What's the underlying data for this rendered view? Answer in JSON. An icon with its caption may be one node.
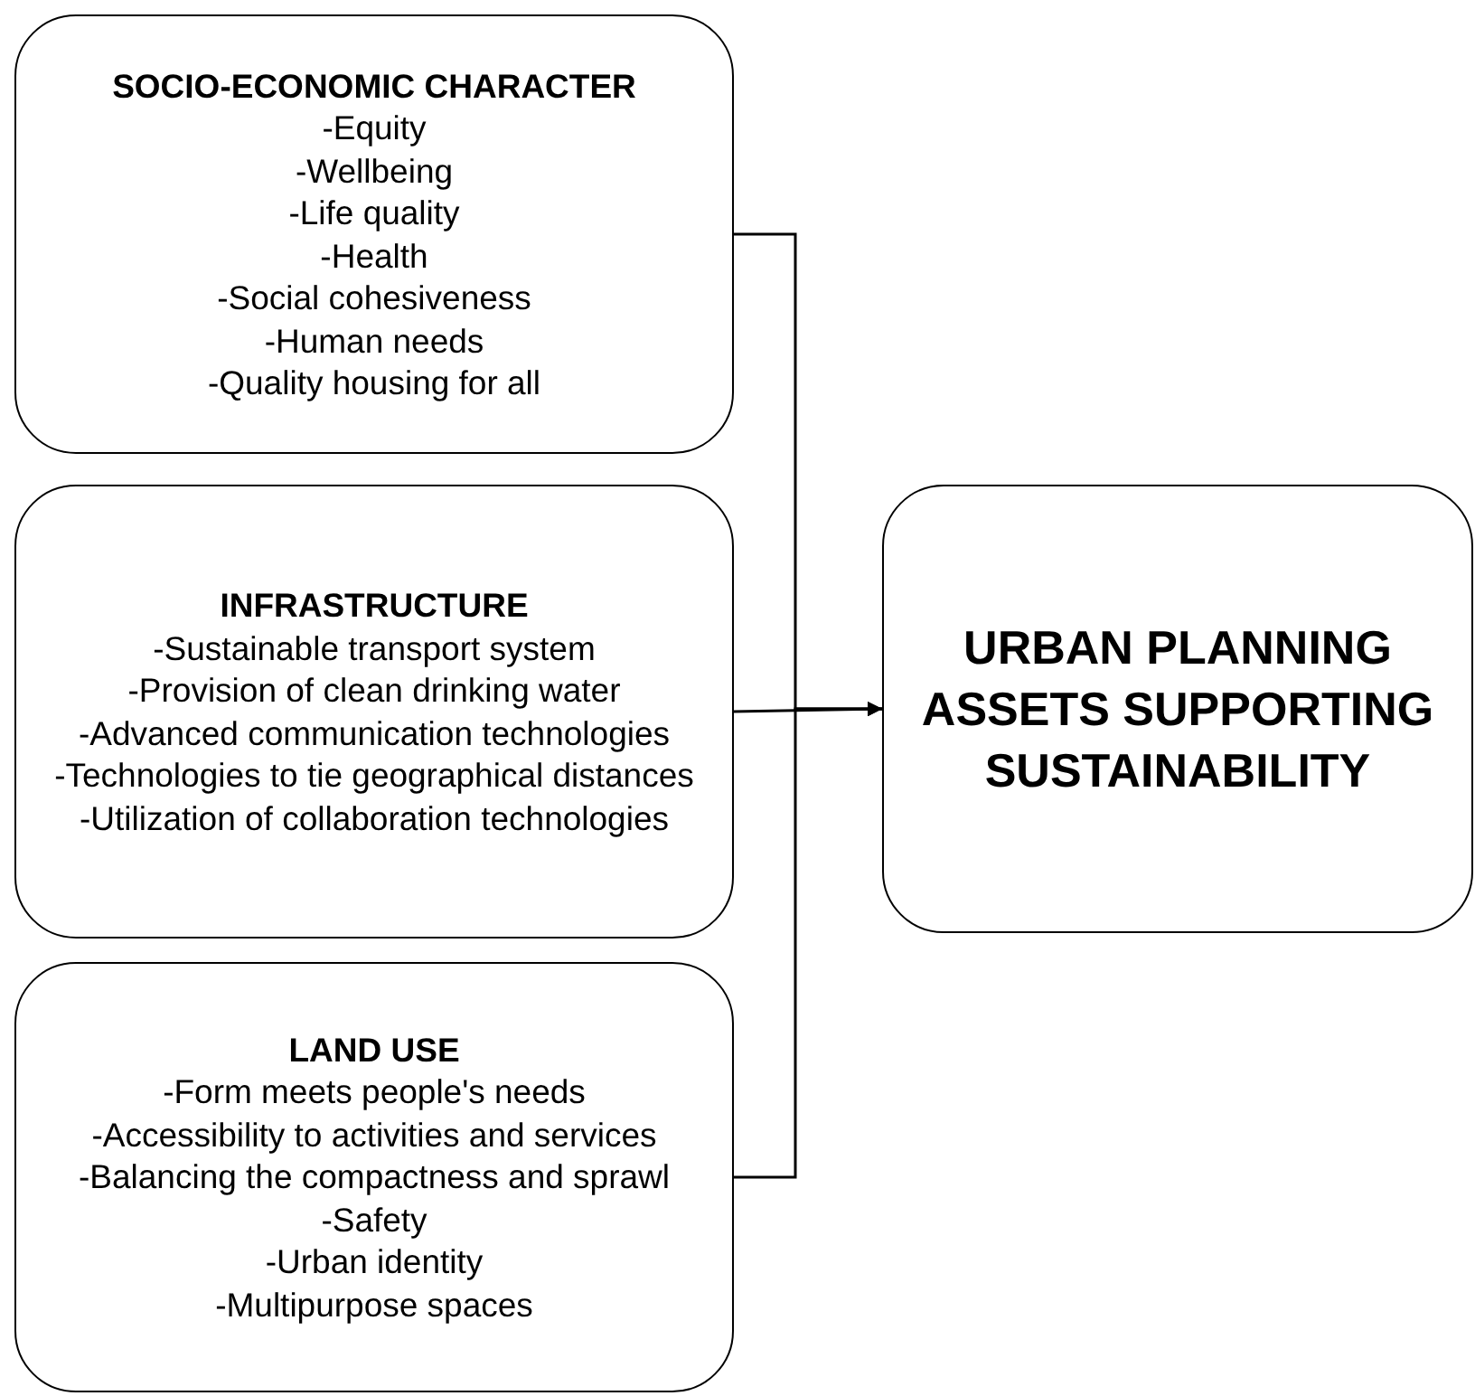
{
  "diagram": {
    "nodes": [
      {
        "text": [
          "SOCIO-ECONOMIC CHARACTER",
          "-Equity",
          "-Wellbeing",
          "-Life quality",
          "-Health",
          "-Social cohesiveness",
          "-Human needs",
          "-Quality housing for all"
        ]
      },
      {
        "text": [
          "INFRASTRUCTURE",
          "-Sustainable transport system",
          "-Provision of clean drinking water",
          "-Advanced communication technologies",
          "-Technologies to tie geographical distances",
          "-Utilization of collaboration technologies"
        ]
      },
      {
        "text": [
          "LAND USE",
          "-Form meets people's needs",
          "-Accessibility to activities and services",
          "-Balancing the compactness and sprawl",
          "-Safety",
          "-Urban identity",
          "-Multipurpose spaces"
        ]
      },
      {
        "text": [
          "URBAN PLANNING ASSETS SUPPORTING SUSTAINABILITY"
        ]
      }
    ],
    "edges": [
      {
        "from": 0,
        "to": 3,
        "arrow": "to"
      },
      {
        "from": 1,
        "to": 3,
        "arrow": "to"
      },
      {
        "from": 2,
        "to": 3,
        "arrow": "to"
      }
    ]
  }
}
